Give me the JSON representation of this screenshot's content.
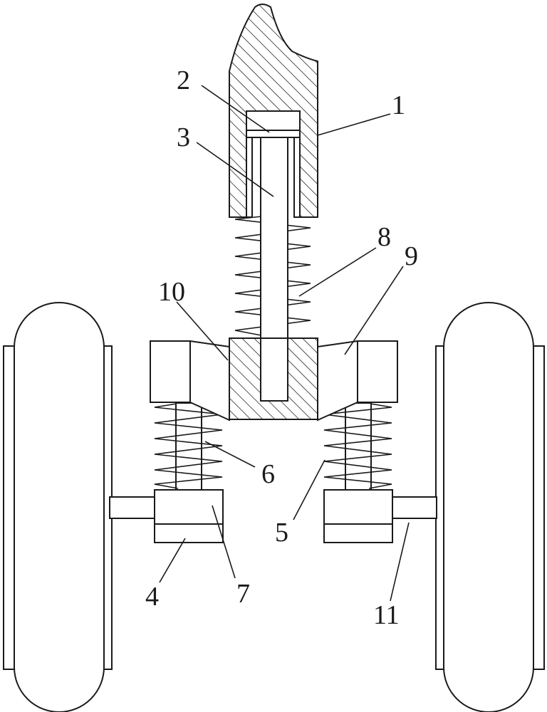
{
  "diagram": {
    "part_labels": [
      "1",
      "2",
      "3",
      "4",
      "5",
      "6",
      "7",
      "8",
      "9",
      "10",
      "11"
    ]
  }
}
